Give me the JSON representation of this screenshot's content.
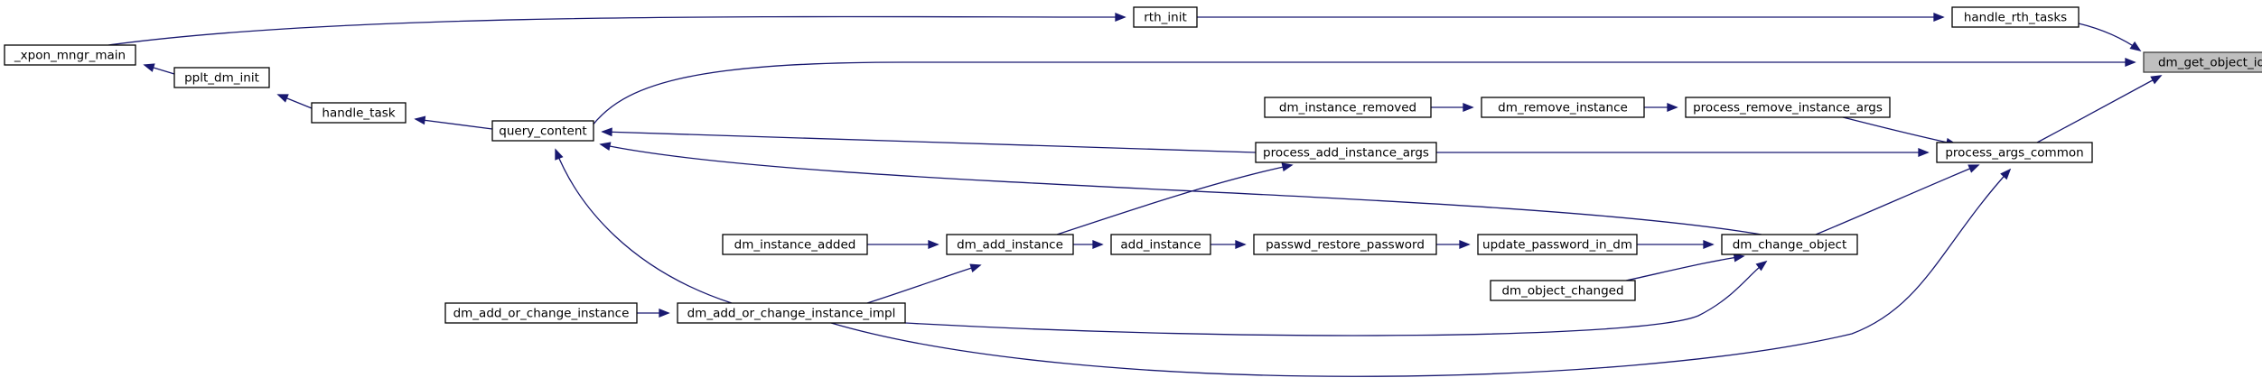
{
  "graph": {
    "nodes": [
      {
        "id": "dm_get_object_id",
        "label": "dm_get_object_id",
        "root": true
      },
      {
        "id": "handle_rth_tasks",
        "label": "handle_rth_tasks"
      },
      {
        "id": "rth_init",
        "label": "rth_init"
      },
      {
        "id": "xpon_mngr_main",
        "label": "_xpon_mngr_main"
      },
      {
        "id": "pplt_dm_init",
        "label": "pplt_dm_init"
      },
      {
        "id": "handle_task",
        "label": "handle_task"
      },
      {
        "id": "query_content",
        "label": "query_content"
      },
      {
        "id": "process_args_common",
        "label": "process_args_common"
      },
      {
        "id": "process_remove_instance_args",
        "label": "process_remove_instance_args"
      },
      {
        "id": "dm_remove_instance",
        "label": "dm_remove_instance"
      },
      {
        "id": "dm_instance_removed",
        "label": "dm_instance_removed"
      },
      {
        "id": "process_add_instance_args",
        "label": "process_add_instance_args"
      },
      {
        "id": "dm_change_object",
        "label": "dm_change_object"
      },
      {
        "id": "update_password_in_dm",
        "label": "update_password_in_dm"
      },
      {
        "id": "passwd_restore_password",
        "label": "passwd_restore_password"
      },
      {
        "id": "add_instance",
        "label": "add_instance"
      },
      {
        "id": "dm_add_instance",
        "label": "dm_add_instance"
      },
      {
        "id": "dm_instance_added",
        "label": "dm_instance_added"
      },
      {
        "id": "dm_object_changed",
        "label": "dm_object_changed"
      },
      {
        "id": "dm_add_or_change_instance_impl",
        "label": "dm_add_or_change_instance_impl"
      },
      {
        "id": "dm_add_or_change_instance",
        "label": "dm_add_or_change_instance"
      }
    ],
    "edges": [
      {
        "from": "handle_rth_tasks",
        "to": "dm_get_object_id"
      },
      {
        "from": "rth_init",
        "to": "handle_rth_tasks"
      },
      {
        "from": "xpon_mngr_main",
        "to": "rth_init"
      },
      {
        "from": "query_content",
        "to": "dm_get_object_id"
      },
      {
        "from": "process_args_common",
        "to": "dm_get_object_id"
      },
      {
        "from": "pplt_dm_init",
        "to": "xpon_mngr_main"
      },
      {
        "from": "handle_task",
        "to": "pplt_dm_init"
      },
      {
        "from": "query_content",
        "to": "handle_task"
      },
      {
        "from": "process_remove_instance_args",
        "to": "process_args_common"
      },
      {
        "from": "process_add_instance_args",
        "to": "process_args_common"
      },
      {
        "from": "dm_change_object",
        "to": "process_args_common"
      },
      {
        "from": "dm_add_or_change_instance_impl",
        "to": "process_args_common"
      },
      {
        "from": "dm_remove_instance",
        "to": "process_remove_instance_args"
      },
      {
        "from": "dm_instance_removed",
        "to": "dm_remove_instance"
      },
      {
        "from": "dm_add_instance",
        "to": "process_add_instance_args"
      },
      {
        "from": "process_add_instance_args",
        "to": "query_content"
      },
      {
        "from": "dm_change_object",
        "to": "query_content"
      },
      {
        "from": "dm_add_or_change_instance_impl",
        "to": "query_content"
      },
      {
        "from": "update_password_in_dm",
        "to": "dm_change_object"
      },
      {
        "from": "dm_object_changed",
        "to": "dm_change_object"
      },
      {
        "from": "dm_add_or_change_instance_impl",
        "to": "dm_change_object"
      },
      {
        "from": "passwd_restore_password",
        "to": "update_password_in_dm"
      },
      {
        "from": "add_instance",
        "to": "passwd_restore_password"
      },
      {
        "from": "dm_add_instance",
        "to": "add_instance"
      },
      {
        "from": "dm_instance_added",
        "to": "dm_add_instance"
      },
      {
        "from": "dm_add_or_change_instance_impl",
        "to": "dm_add_instance"
      },
      {
        "from": "dm_add_or_change_instance",
        "to": "dm_add_or_change_instance_impl"
      }
    ]
  }
}
